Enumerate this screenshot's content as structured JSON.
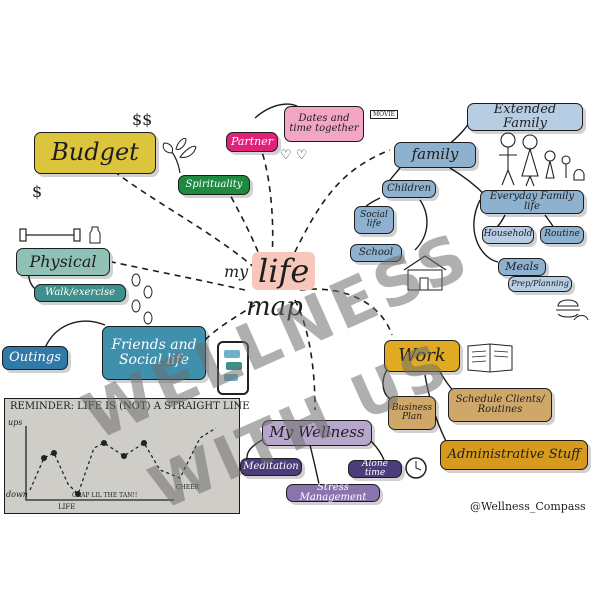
{
  "center": {
    "top": "my",
    "mid": "life",
    "bottom": "map"
  },
  "nodes": {
    "budget": "Budget",
    "spirituality": "Spirituality",
    "partner": "Partner",
    "dates": "Dates and time together",
    "movie": "MOVIE",
    "extended_family": "Extended Family",
    "family": "family",
    "children": "Children",
    "social_life": "Social life",
    "school": "School",
    "everyday_family_life": "Everyday Family life",
    "household": "Household",
    "routine": "Routine",
    "meals": "Meals",
    "prep_planning": "Prep/Planning",
    "physical": "Physical",
    "walk_exercise": "Walk/exercise",
    "friends_social": "Friends and Social life",
    "outings": "Outings",
    "reminder": "REMINDER: LIFE IS (NOT) A STRAIGHT LINE",
    "ups": "ups",
    "down": "down",
    "life": "LIFE",
    "cheer": "CHEER",
    "chart_note": "CRAP LIL THE TAN!!",
    "my_wellness": "My Wellness",
    "meditation": "Meditation",
    "alone_time": "Alone time",
    "stress_management": "Stress Management",
    "work": "Work",
    "business_plan": "Business Plan",
    "schedule_routines": "Schedule Clients/ Routines",
    "administrative_stuff": "Administrative Stuff"
  },
  "icons": {
    "dollar": "$",
    "dollar_double": "$$"
  },
  "handle": "@Wellness_Compass",
  "watermark": {
    "line1": "WELLNESS",
    "line2": "WITH US"
  },
  "colors": {
    "budget": "#dcc53c",
    "spirituality": "#1e8a3f",
    "partner": "#e2217a",
    "dates": "#f2a6c3",
    "family_blue": "#8db1cf",
    "family_light": "#b6cde3",
    "teal": "#3f8f8c",
    "teal_light": "#8fc1b7",
    "outings": "#2f7aa8",
    "friends": "#3f90ad",
    "wellness_purple": "#b7a6cc",
    "dark_purple": "#4d3c7a",
    "stress": "#8a74ad",
    "work": "#e0ab22",
    "work_tan": "#cfa869",
    "admin": "#d59a1e",
    "chart_bg": "#cfcdc8"
  }
}
